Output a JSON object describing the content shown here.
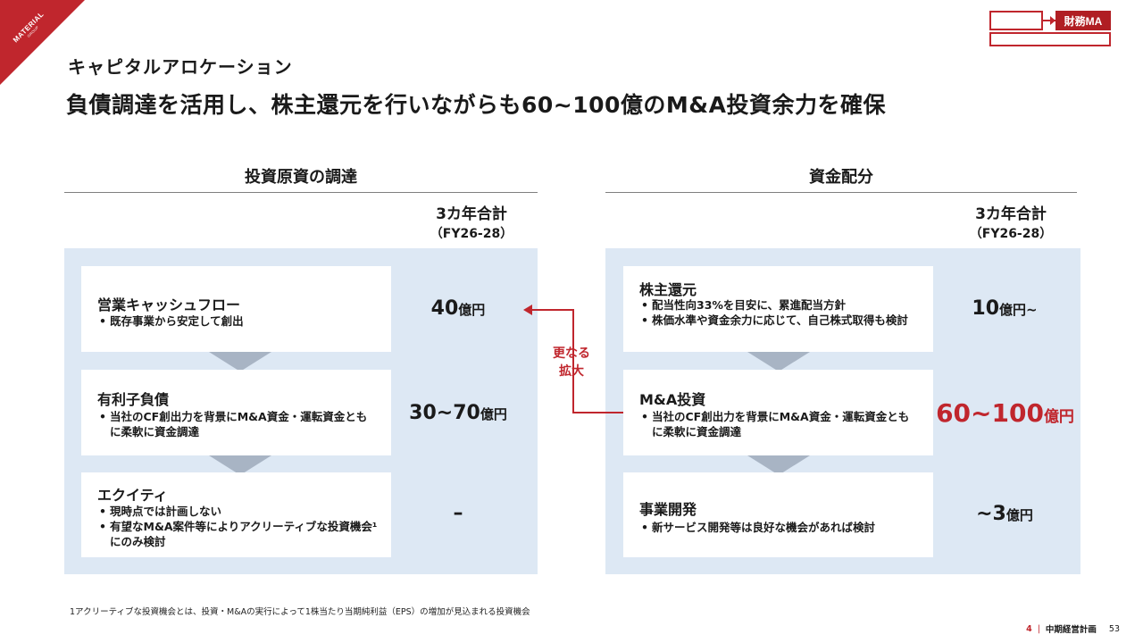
{
  "logo": {
    "name": "MATERIAL",
    "sub": "GROUP"
  },
  "nav": {
    "active_label": "財務MA"
  },
  "header": {
    "subtitle": "キャピタルアロケーション",
    "headline": "負債調達を活用し、株主還元を行いながらも60~100億のM&A投資余力を確保"
  },
  "left": {
    "heading": "投資原資の調達",
    "sum_label": "3カ年合計",
    "sum_period": "（FY26-28）",
    "cards": [
      {
        "title": "営業キャッシュフロー",
        "bullets": [
          "既存事業から安定して創出"
        ],
        "amount": "40",
        "unit": "億円"
      },
      {
        "title": "有利子負債",
        "bullets": [
          "当社のCF創出力を背景にM&A資金・運転資金ともに柔軟に資金調達"
        ],
        "amount": "30~70",
        "unit": "億円"
      },
      {
        "title": "エクイティ",
        "bullets": [
          "現時点では計画しない",
          "有望なM&A案件等によりアクリーティブな投資機会¹にのみ検討"
        ],
        "amount": "–",
        "unit": ""
      }
    ]
  },
  "right": {
    "heading": "資金配分",
    "sum_label": "3カ年合計",
    "sum_period": "（FY26-28）",
    "cards": [
      {
        "title": "株主還元",
        "bullets": [
          "配当性向33%を目安に、累進配当方針",
          "株価水準や資金余力に応じて、自己株式取得も検討"
        ],
        "amount": "10",
        "unit": "億円~"
      },
      {
        "title": "M&A投資",
        "bullets": [
          "当社のCF創出力を背景にM&A資金・運転資金ともに柔軟に資金調達"
        ],
        "amount": "60~100",
        "unit": "億円"
      },
      {
        "title": "事業開発",
        "bullets": [
          "新サービス開発等は良好な機会があれば検討"
        ],
        "amount": "~3",
        "unit": "億円"
      }
    ]
  },
  "connector": {
    "label_line1": "更なる",
    "label_line2": "拡大"
  },
  "colors": {
    "accent": "#c0262d",
    "panel": "#dde8f4",
    "arrow": "#a8b4c4"
  },
  "footnote": "1アクリーティブな投資機会とは、投資・M&Aの実行によって1株当たり当期純利益（EPS）の増加が見込まれる投資機会",
  "footer": {
    "page": "4",
    "separator": "|",
    "doc": "中期経営計画",
    "slide": "53"
  }
}
